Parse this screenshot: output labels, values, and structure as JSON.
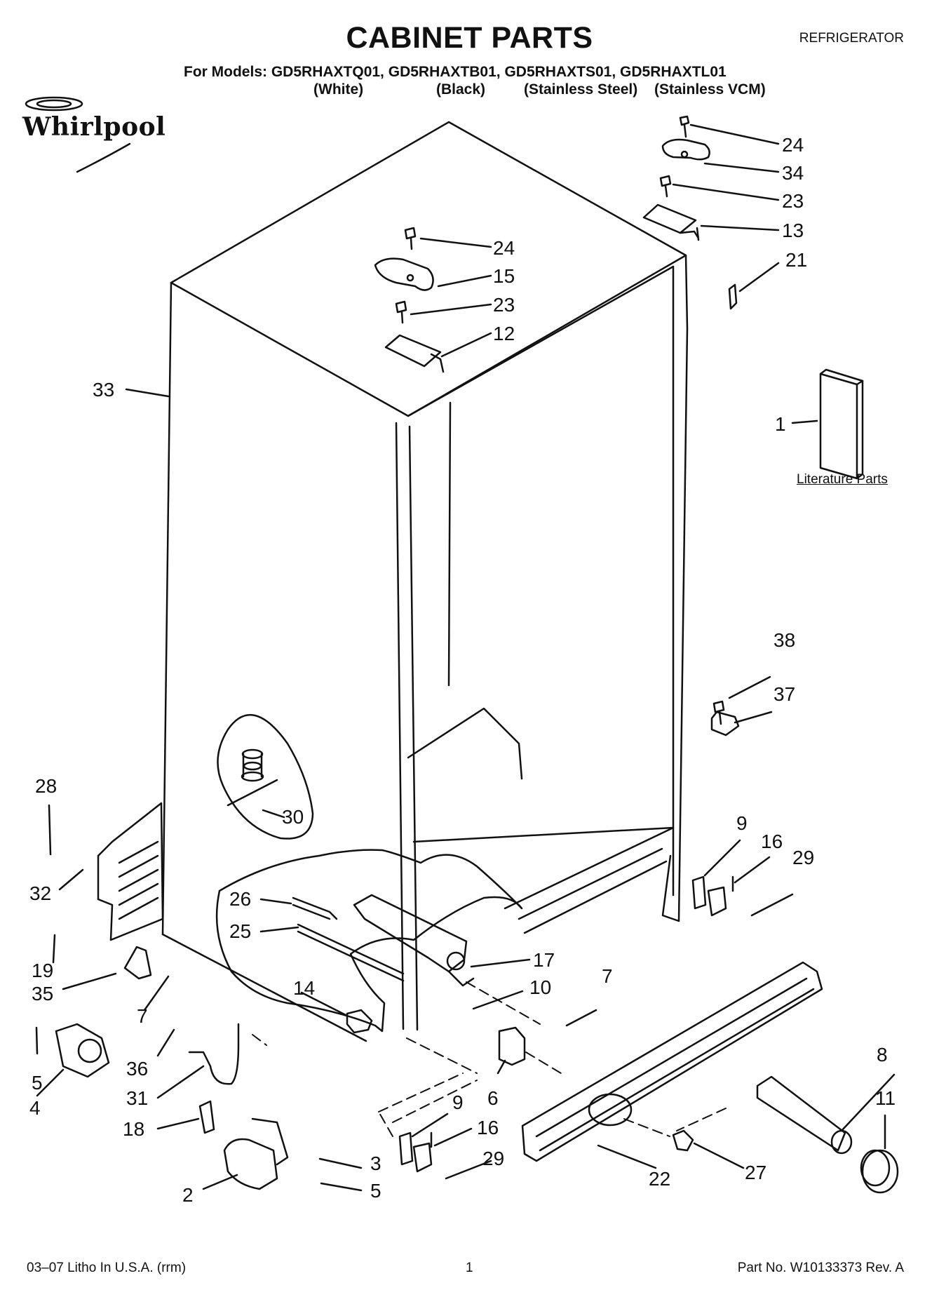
{
  "header": {
    "title": "CABINET PARTS",
    "category": "REFRIGERATOR",
    "models_prefix": "For Models:",
    "models": [
      "GD5RHAXTQ01,",
      "GD5RHAXTB01,",
      "GD5RHAXTS01,",
      "GD5RHAXTL01"
    ],
    "variants": [
      "(White)",
      "(Black)",
      "(Stainless Steel)",
      "(Stainless VCM)"
    ]
  },
  "brand": {
    "name": "Whirlpool"
  },
  "literature": {
    "label": "Literature Parts"
  },
  "callouts": [
    {
      "id": "24a",
      "label": "24"
    },
    {
      "id": "34",
      "label": "34"
    },
    {
      "id": "23a",
      "label": "23"
    },
    {
      "id": "13",
      "label": "13"
    },
    {
      "id": "21",
      "label": "21"
    },
    {
      "id": "24b",
      "label": "24"
    },
    {
      "id": "15",
      "label": "15"
    },
    {
      "id": "23b",
      "label": "23"
    },
    {
      "id": "12",
      "label": "12"
    },
    {
      "id": "33",
      "label": "33"
    },
    {
      "id": "1",
      "label": "1"
    },
    {
      "id": "38",
      "label": "38"
    },
    {
      "id": "37",
      "label": "37"
    },
    {
      "id": "28",
      "label": "28"
    },
    {
      "id": "30",
      "label": "30"
    },
    {
      "id": "9a",
      "label": "9"
    },
    {
      "id": "16a",
      "label": "16"
    },
    {
      "id": "29a",
      "label": "29"
    },
    {
      "id": "32",
      "label": "32"
    },
    {
      "id": "26",
      "label": "26"
    },
    {
      "id": "25",
      "label": "25"
    },
    {
      "id": "17",
      "label": "17"
    },
    {
      "id": "19",
      "label": "19"
    },
    {
      "id": "35",
      "label": "35"
    },
    {
      "id": "14",
      "label": "14"
    },
    {
      "id": "10",
      "label": "10"
    },
    {
      "id": "7a",
      "label": "7"
    },
    {
      "id": "7b",
      "label": "7"
    },
    {
      "id": "36",
      "label": "36"
    },
    {
      "id": "8",
      "label": "8"
    },
    {
      "id": "5a",
      "label": "5"
    },
    {
      "id": "31",
      "label": "31"
    },
    {
      "id": "6",
      "label": "6"
    },
    {
      "id": "11",
      "label": "11"
    },
    {
      "id": "4",
      "label": "4"
    },
    {
      "id": "9b",
      "label": "9"
    },
    {
      "id": "18",
      "label": "18"
    },
    {
      "id": "16b",
      "label": "16"
    },
    {
      "id": "3",
      "label": "3"
    },
    {
      "id": "29b",
      "label": "29"
    },
    {
      "id": "22",
      "label": "22"
    },
    {
      "id": "27",
      "label": "27"
    },
    {
      "id": "2",
      "label": "2"
    },
    {
      "id": "5b",
      "label": "5"
    }
  ],
  "footer": {
    "left": "03–07 Litho In U.S.A. (rrm)",
    "page": "1",
    "part": "Part No. W10133373 Rev. A"
  }
}
